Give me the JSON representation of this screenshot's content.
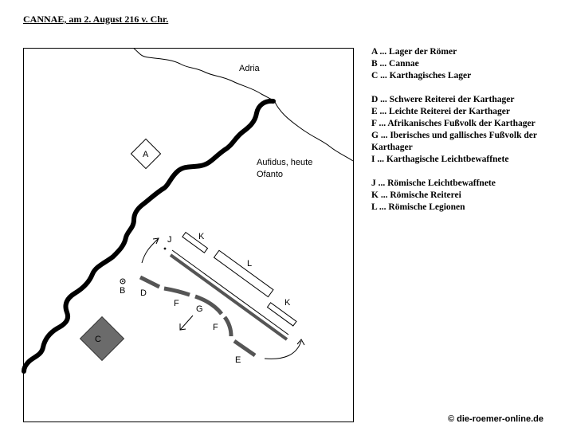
{
  "title": "CANNAE, am 2. August 216 v. Chr.",
  "map": {
    "sea_label": "Adria",
    "river_label_line1": "Aufidus, heute",
    "river_label_line2": "Ofanto",
    "labels": {
      "A": "A",
      "B": "B",
      "C": "C",
      "D": "D",
      "E": "E",
      "F1": "F",
      "F2": "F",
      "G": "G",
      "J": "J",
      "K1": "K",
      "K2": "K",
      "L": "L"
    }
  },
  "legend": {
    "groups": [
      [
        "A ... Lager der Römer",
        "B ... Cannae",
        "C ... Karthagisches Lager"
      ],
      [
        "D ... Schwere Reiterei der Karthager",
        "E ... Leichte Reiterei der Karthager",
        "F ... Afrikanisches Fußvolk der Karthager",
        "G ... Iberisches und gallisches Fußvolk der Karthager",
        "I ... Karthagische Leichtbewaffnete"
      ],
      [
        "J ... Römische Leichtbewaffnete",
        "K ... Römische Reiterei",
        "L ... Römische Legionen"
      ]
    ]
  },
  "copyright": "© die-roemer-online.de",
  "colors": {
    "river": "#000000",
    "carthage_units": "#555555",
    "carthage_camp": "#6b6b6b"
  }
}
